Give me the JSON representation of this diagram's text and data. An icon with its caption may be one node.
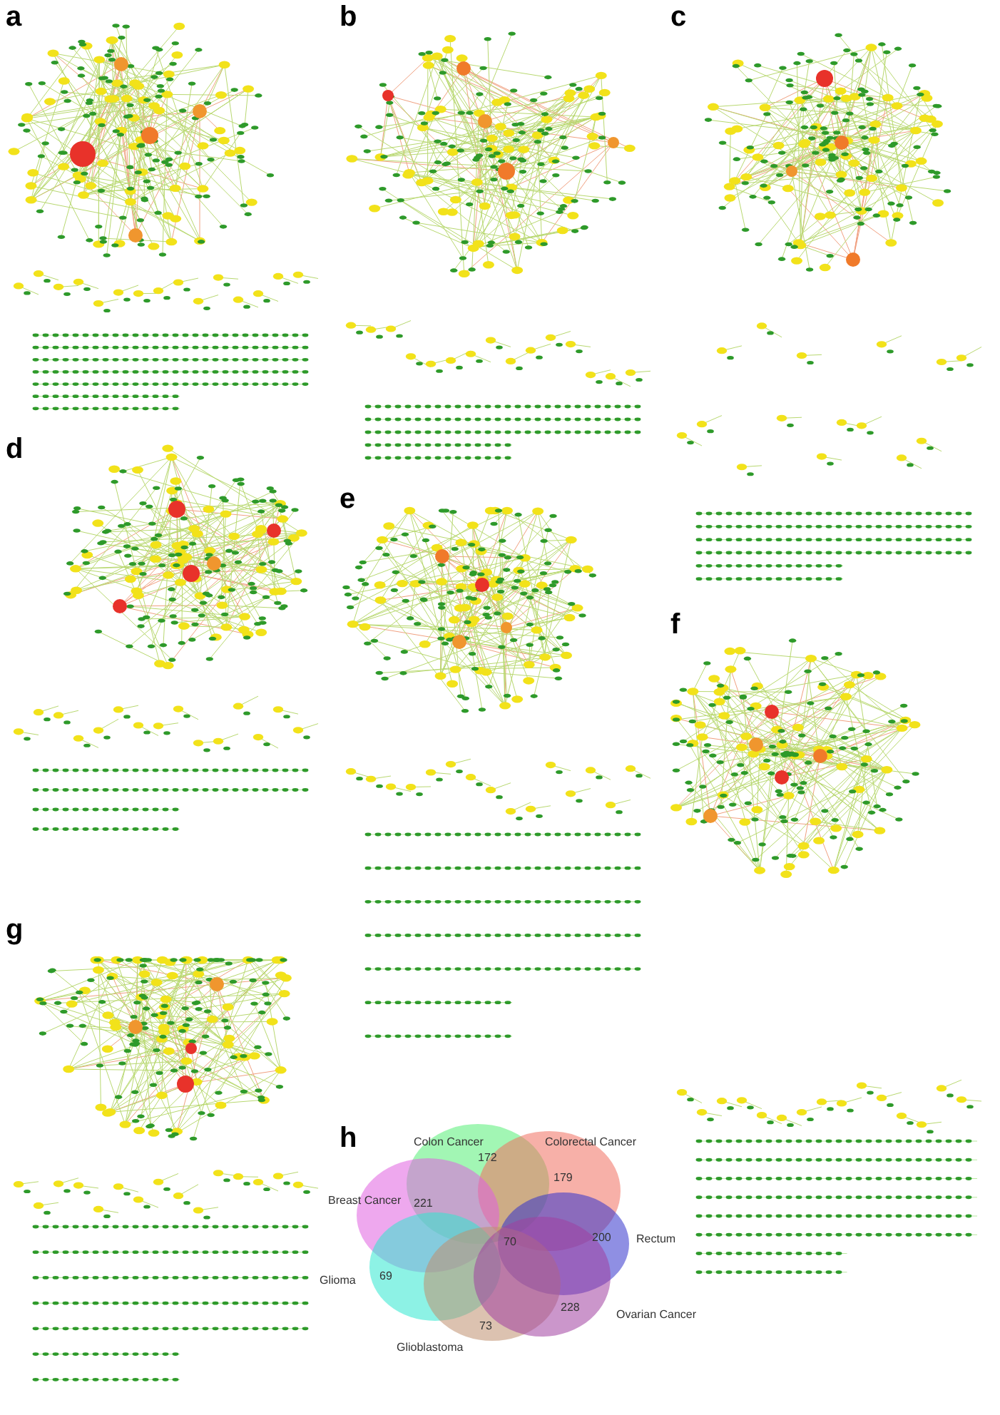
{
  "diagram": {
    "labels": [
      "a",
      "b",
      "c",
      "d",
      "e",
      "f",
      "g",
      "h",
      "Colon Cancer",
      "Colorectal Cancer",
      "172",
      "179",
      "Breast Cancer",
      "221",
      "70",
      "200",
      "Rectum",
      "Glioma",
      "69",
      "228",
      "Ovarian Cancer",
      "73",
      "Glioblastoma"
    ]
  }
}
